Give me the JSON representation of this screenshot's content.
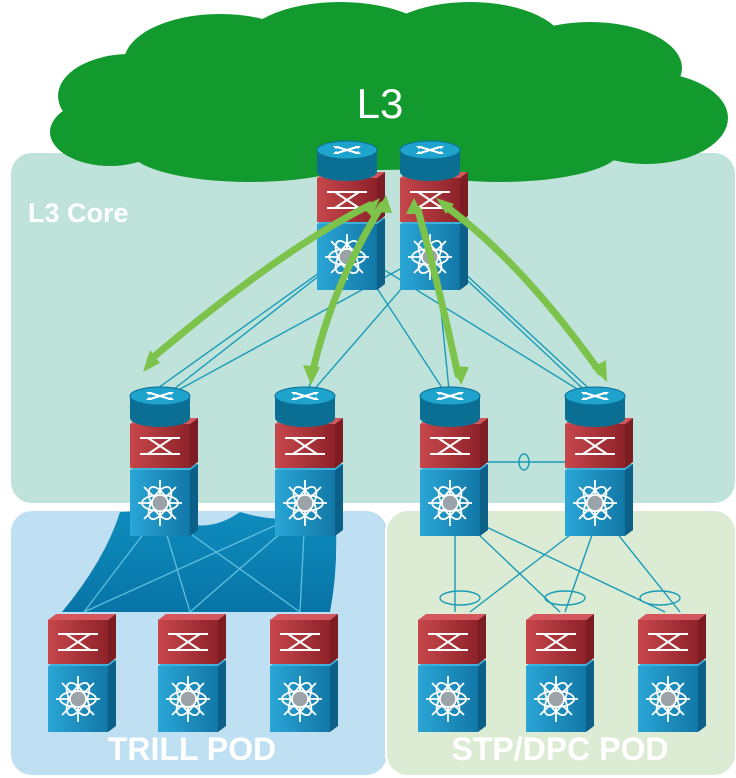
{
  "cloud": {
    "label": "L3",
    "color": "#139a2e"
  },
  "zones": {
    "core": {
      "label": "L3 Core",
      "color": "#bfe3db"
    },
    "trill": {
      "label": "TRILL POD",
      "color": "#bfe0f2"
    },
    "stp": {
      "label": "STP/DPC POD",
      "color": "#dcebd3"
    }
  },
  "colors": {
    "switch_blue": "#1d92c4",
    "switch_red": "#b5363c",
    "router_cap": "#0e86ad",
    "link": "#1a9bb8",
    "arrow": "#7dc24b",
    "trill_fabric": "#0a86b8"
  },
  "devices": {
    "core_routers": 2,
    "aggregation_switches": 4,
    "trill_access_switches": 3,
    "stp_access_switches": 3
  },
  "icons": [
    "router-icon",
    "layer3-switch-icon",
    "nexus-switch-icon",
    "port-channel-icon",
    "bidirectional-arrow-icon"
  ]
}
